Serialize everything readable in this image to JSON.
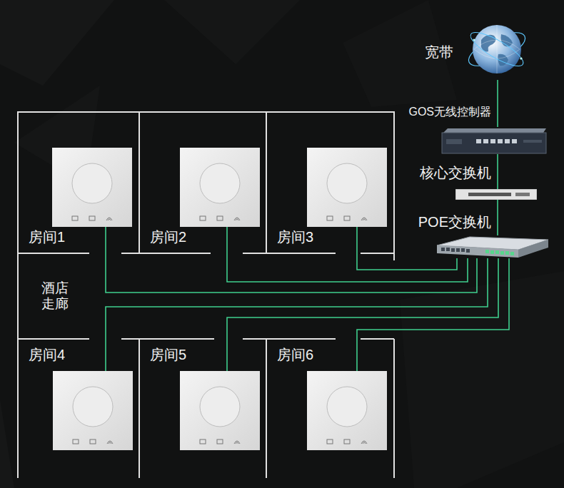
{
  "diagram": {
    "nodes": [
      {
        "text": [
          "宽带"
        ]
      },
      {
        "text": [
          "GOS无线控制器"
        ]
      },
      {
        "text": [
          "核心交换机"
        ]
      },
      {
        "text": [
          "POE交换机"
        ]
      },
      {
        "text": [
          "房间1"
        ]
      },
      {
        "text": [
          "房间2"
        ]
      },
      {
        "text": [
          "房间3"
        ]
      },
      {
        "text": [
          "房间4"
        ]
      },
      {
        "text": [
          "房间5"
        ]
      },
      {
        "text": [
          "房间6"
        ]
      }
    ],
    "edges": [
      {
        "from": 0,
        "to": 1,
        "arrow": "none"
      },
      {
        "from": 1,
        "to": 2,
        "arrow": "none"
      },
      {
        "from": 2,
        "to": 3,
        "arrow": "none"
      },
      {
        "from": 3,
        "to": 4,
        "arrow": "none"
      },
      {
        "from": 3,
        "to": 5,
        "arrow": "none"
      },
      {
        "from": 3,
        "to": 6,
        "arrow": "none"
      },
      {
        "from": 3,
        "to": 7,
        "arrow": "none"
      },
      {
        "from": 3,
        "to": 8,
        "arrow": "none"
      },
      {
        "from": 3,
        "to": 9,
        "arrow": "none"
      }
    ],
    "labels": [
      "酒店 走廊"
    ]
  }
}
